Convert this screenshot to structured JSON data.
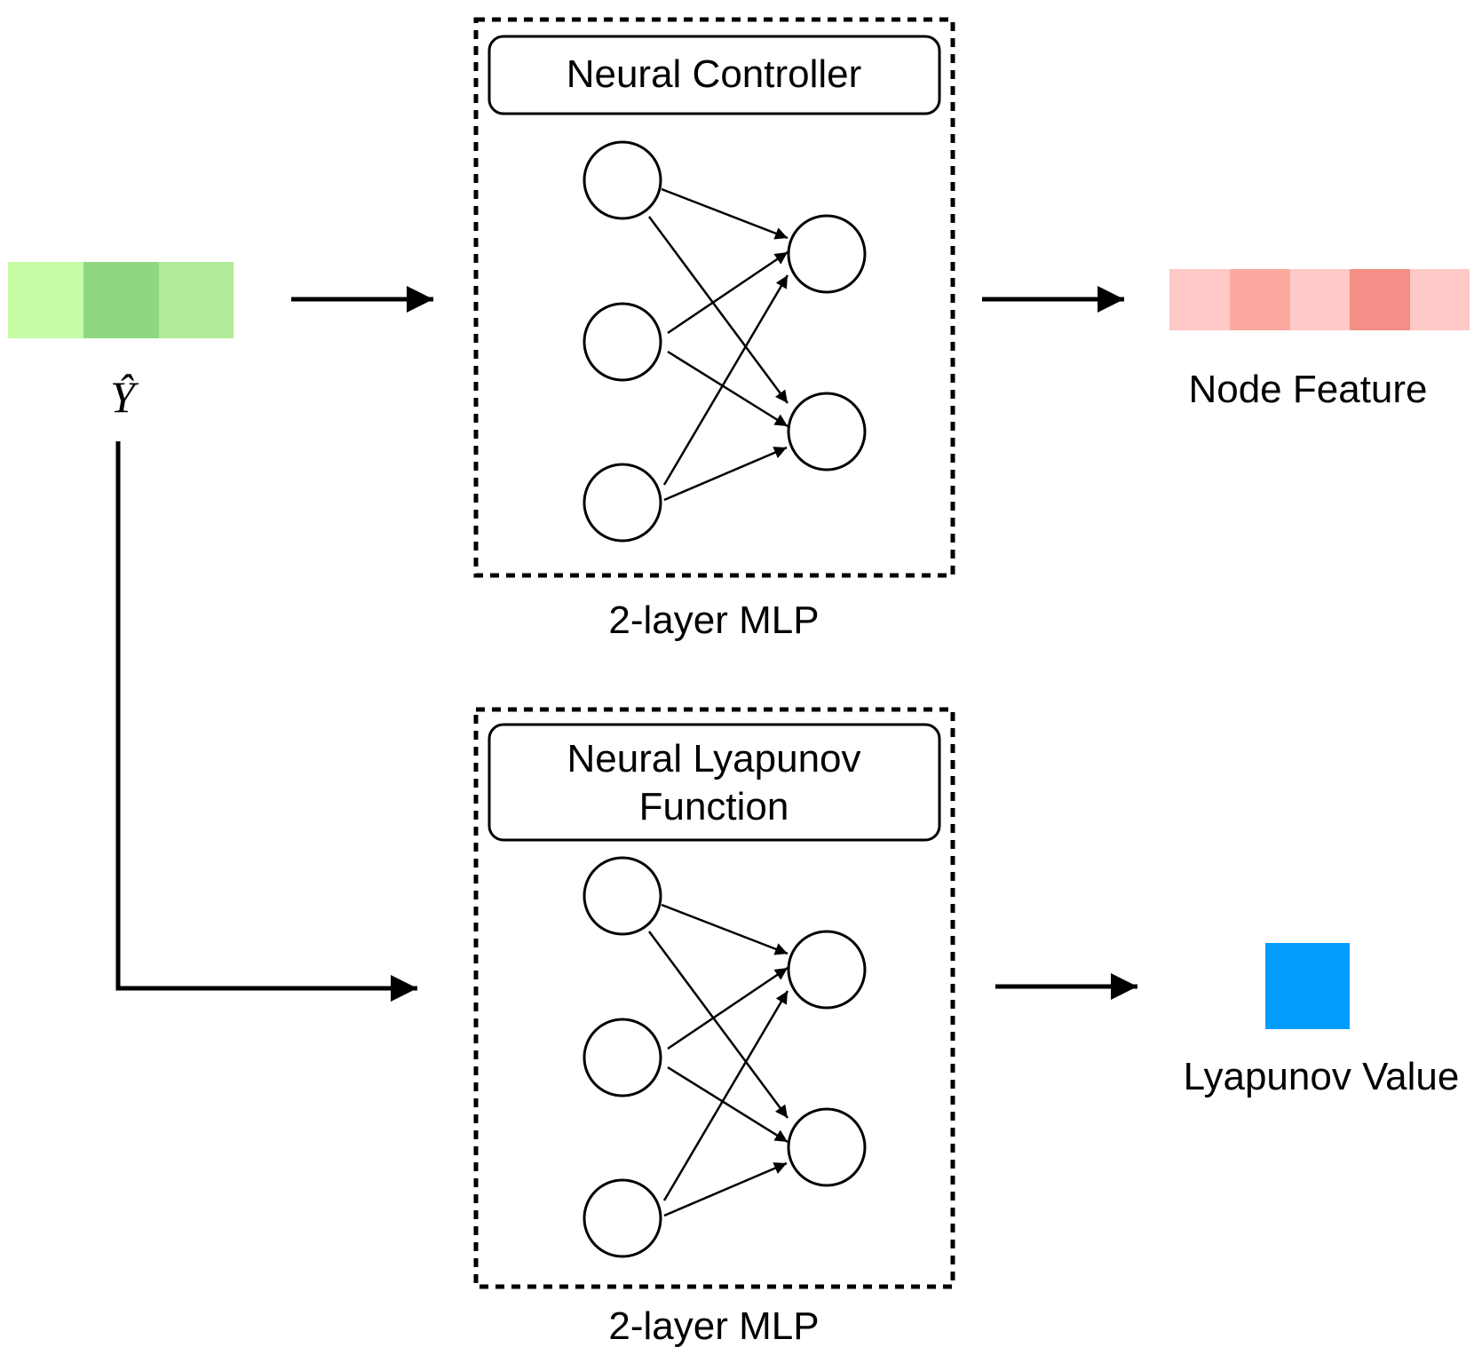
{
  "input": {
    "label": "Ŷ",
    "cell_colors": [
      "#c6fca6",
      "#8ed882",
      "#b1eb9a"
    ]
  },
  "controller": {
    "title": "Neural Controller",
    "caption": "2-layer MLP"
  },
  "lyapunov": {
    "title_line1": "Neural Lyapunov",
    "title_line2": "Function",
    "caption": "2-layer MLP"
  },
  "node_feature": {
    "label": "Node Feature",
    "cell_colors": [
      "#fec9c6",
      "#fba89f",
      "#fec9c6",
      "#f38f86",
      "#fec9c6"
    ]
  },
  "lyapunov_value": {
    "label": "Lyapunov Value",
    "color": "#009dff"
  }
}
